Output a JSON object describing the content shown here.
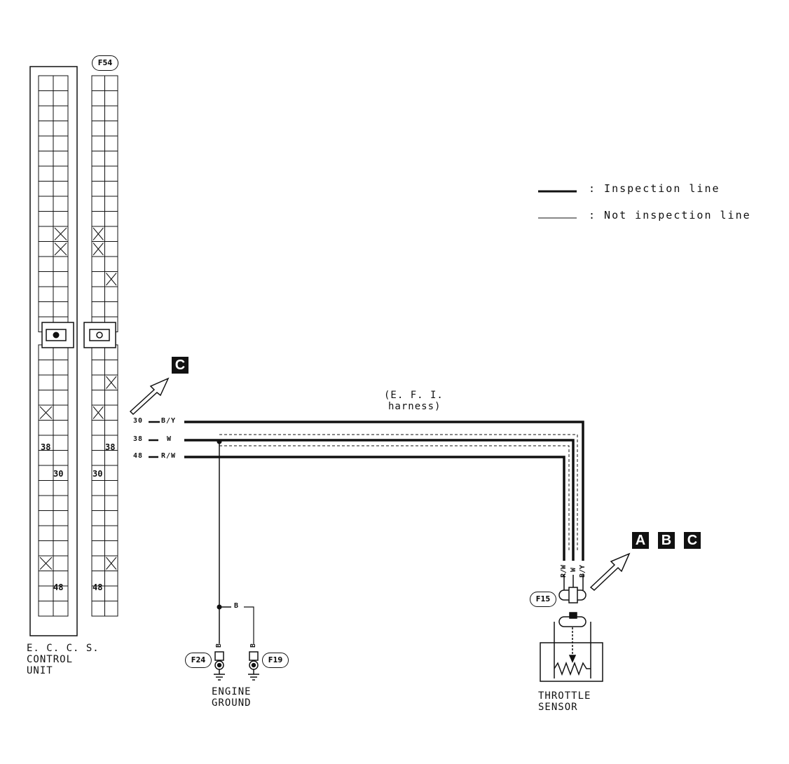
{
  "legend": {
    "inspection_line": ": Inspection line",
    "not_inspection_line": ": Not inspection line"
  },
  "connectors": {
    "ecu_connector": "F54",
    "throttle_connector": "F15",
    "ground_1": "F24",
    "ground_2": "F19"
  },
  "ecu": {
    "label_line1": "E. C. C. S.",
    "label_line2": "CONTROL",
    "label_line3": "UNIT",
    "pin_38": "38",
    "pin_30": "30",
    "pin_48": "48"
  },
  "harness": {
    "line1": "(E. F. I.",
    "line2": "harness)"
  },
  "wires": [
    {
      "pin": "30",
      "color": "B/Y"
    },
    {
      "pin": "38",
      "color": "W"
    },
    {
      "pin": "48",
      "color": "R/W"
    }
  ],
  "ground_wire": "B",
  "sensor_wires": [
    "R/W",
    "W",
    "B/Y"
  ],
  "engine_ground": {
    "line1": "ENGINE",
    "line2": "GROUND"
  },
  "throttle_sensor": {
    "line1": "THROTTLE",
    "line2": "SENSOR"
  },
  "markers": {
    "left": "C",
    "right": [
      "A",
      "B",
      "C"
    ]
  }
}
